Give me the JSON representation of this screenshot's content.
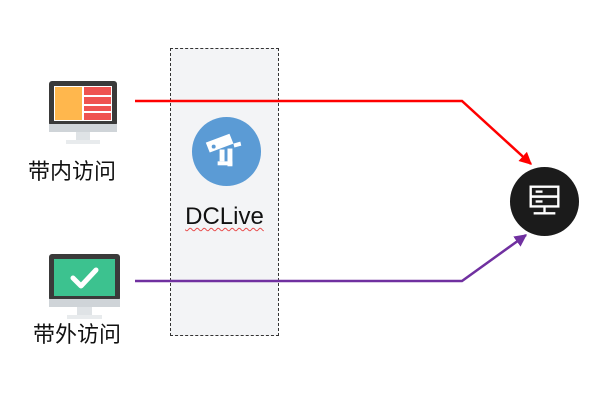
{
  "nodes": {
    "dclive": {
      "label": "DCLive",
      "icon": "security-camera-icon",
      "color": "#5b9bd5"
    },
    "inband": {
      "label": "带内访问",
      "icon": "monitor-dashboard-icon"
    },
    "out_of_band": {
      "label": "带外访问",
      "icon": "monitor-check-icon"
    },
    "server": {
      "icon": "server-icon"
    }
  },
  "connections": [
    {
      "from": "inband",
      "to": "server",
      "color": "#ff0000"
    },
    {
      "from": "out_of_band",
      "to": "server",
      "color": "#7030a0"
    }
  ]
}
